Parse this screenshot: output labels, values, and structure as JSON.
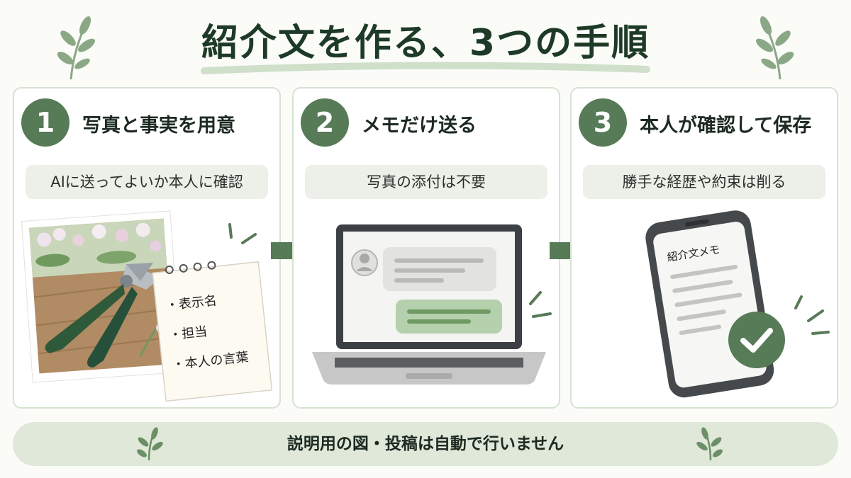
{
  "title": "紹介文を作る、3つの手順",
  "steps": [
    {
      "number": "1",
      "title": "写真と事実を用意",
      "subtitle": "AIに送ってよいか本人に確認",
      "note_items": [
        "・表示名",
        "・担当",
        "・本人の言葉"
      ]
    },
    {
      "number": "2",
      "title": "メモだけ送る",
      "subtitle": "写真の添付は不要"
    },
    {
      "number": "3",
      "title": "本人が確認して保存",
      "subtitle": "勝手な経歴や約束は削る",
      "phone_title": "紹介文メモ"
    }
  ],
  "footer": "説明用の図・投稿は自動で行いません",
  "icons": [
    "sprig-icon",
    "arrow-right-icon",
    "pruning-shears-icon",
    "notepad-icon",
    "laptop-icon",
    "avatar-icon",
    "smartphone-icon",
    "check-circle-icon"
  ],
  "colors": {
    "accent": "#577a57",
    "accent_light": "#dfe8d9",
    "panel_border": "#d5e3d1",
    "title": "#1d3a26"
  }
}
